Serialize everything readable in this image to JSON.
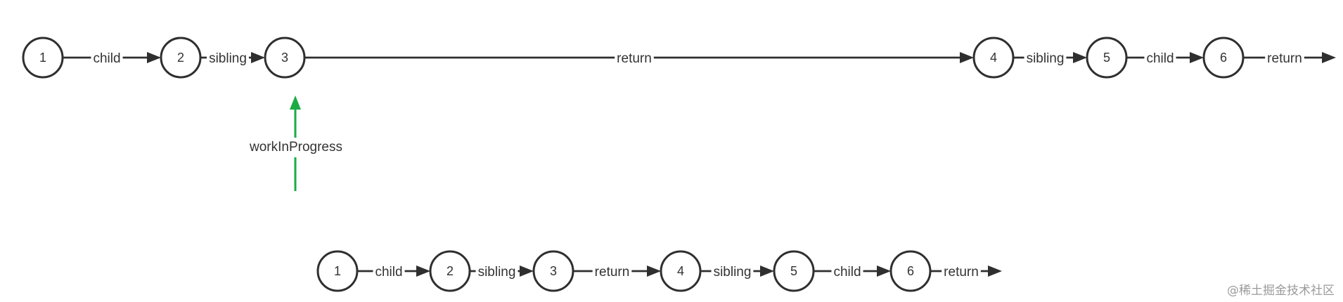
{
  "diagram": {
    "colors": {
      "stroke": "#2f2f2f",
      "text": "#333333",
      "pointer": "#1aab44",
      "background": "#ffffff"
    },
    "top_chain": {
      "nodes": [
        "1",
        "2",
        "3",
        "4",
        "5",
        "6"
      ],
      "edges": [
        {
          "from": "1",
          "to": "2",
          "label": "child"
        },
        {
          "from": "2",
          "to": "3",
          "label": "sibling"
        },
        {
          "from": "3",
          "to": "4",
          "label": "return"
        },
        {
          "from": "4",
          "to": "5",
          "label": "sibling"
        },
        {
          "from": "5",
          "to": "6",
          "label": "child"
        },
        {
          "from": "6",
          "to": null,
          "label": "return"
        }
      ]
    },
    "pointer": {
      "label": "workInProgress",
      "target": "3"
    },
    "bottom_chain": {
      "nodes": [
        "1",
        "2",
        "3",
        "4",
        "5",
        "6"
      ],
      "edges": [
        {
          "from": "1",
          "to": "2",
          "label": "child"
        },
        {
          "from": "2",
          "to": "3",
          "label": "sibling"
        },
        {
          "from": "3",
          "to": "4",
          "label": "return"
        },
        {
          "from": "4",
          "to": "5",
          "label": "sibling"
        },
        {
          "from": "5",
          "to": "6",
          "label": "child"
        },
        {
          "from": "6",
          "to": null,
          "label": "return"
        }
      ]
    }
  },
  "watermark": "@稀土掘金技术社区"
}
